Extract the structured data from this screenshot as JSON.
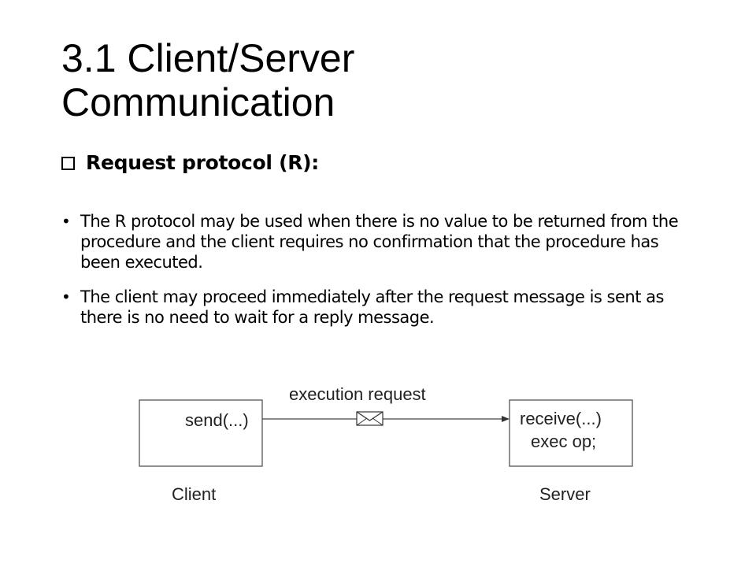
{
  "slide": {
    "title_line1": "3.1  Client/Server",
    "title_line2": "Communication",
    "heading": "Request protocol (R):",
    "bullets": [
      "The R protocol may be used when there is no value to be returned from the procedure and the client requires no confirmation that the procedure has been executed.",
      "The client may proceed immediately after the request message is sent as there is no need to wait for a reply message."
    ]
  },
  "diagram": {
    "message_label": "execution request",
    "client_code": "send(...)",
    "server_code_line1": "receive(...)",
    "server_code_line2": "exec op;",
    "client_label": "Client",
    "server_label": "Server"
  }
}
